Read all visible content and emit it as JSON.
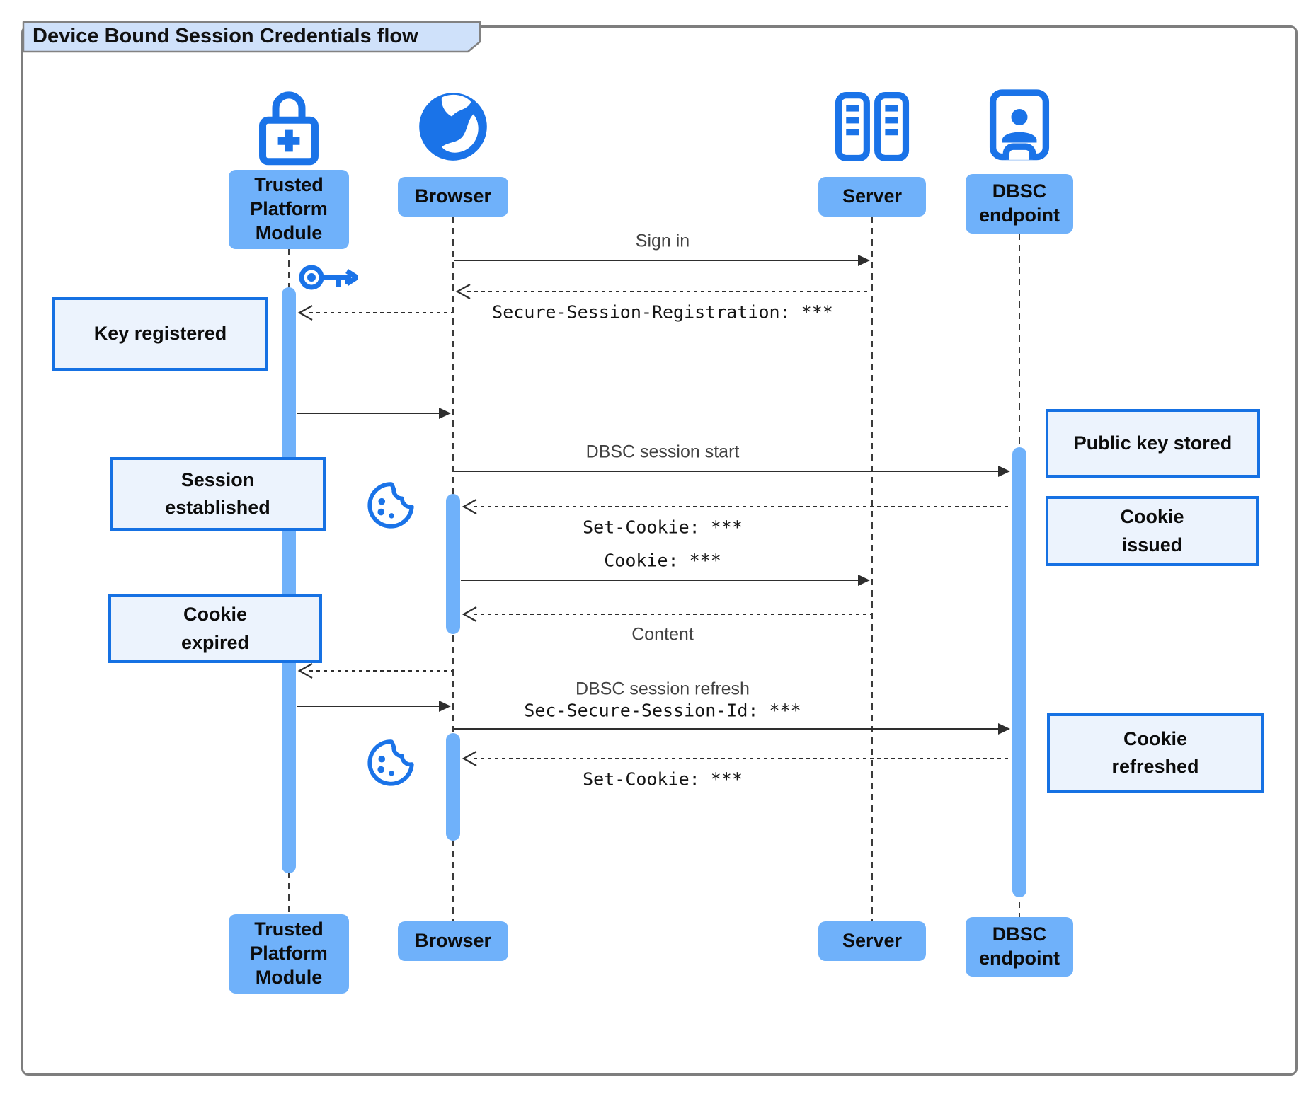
{
  "title": "Device Bound Session Credentials flow",
  "colors": {
    "accent": "#1a73e8",
    "participant_fill": "#6fb1fa",
    "activation_fill": "#6fb1fa",
    "note_fill": "#ecf3fd",
    "note_border": "#1671e3",
    "title_fill": "#cfe1fa",
    "line": "#2e2e2e"
  },
  "participants": [
    {
      "id": "tpm",
      "label": "Trusted\nPlatform\nModule",
      "icon": "lock-plus-icon"
    },
    {
      "id": "browser",
      "label": "Browser",
      "icon": "globe-icon"
    },
    {
      "id": "server",
      "label": "Server",
      "icon": "server-rack-icon"
    },
    {
      "id": "dbsc",
      "label": "DBSC\nendpoint",
      "icon": "id-badge-icon"
    }
  ],
  "messages": [
    {
      "id": "sign-in",
      "from": "browser",
      "to": "server",
      "line": "solid",
      "label": "Sign in",
      "font": "sans"
    },
    {
      "id": "secure-session-registration",
      "from": "server",
      "to": "browser",
      "line": "dashed",
      "label": "Secure-Session-Registration: ***",
      "font": "mono"
    },
    {
      "id": "key-create",
      "from": "browser",
      "to": "tpm",
      "line": "dashed",
      "label": ""
    },
    {
      "id": "key-return",
      "from": "tpm",
      "to": "browser",
      "line": "solid",
      "label": ""
    },
    {
      "id": "dbsc-session-start",
      "from": "browser",
      "to": "dbsc",
      "line": "solid",
      "label": "DBSC session start",
      "font": "sans"
    },
    {
      "id": "set-cookie-1",
      "from": "dbsc",
      "to": "browser",
      "line": "dashed",
      "label": "Set-Cookie: ***",
      "font": "mono"
    },
    {
      "id": "cookie",
      "from": "browser",
      "to": "server",
      "line": "solid",
      "label": "Cookie: ***",
      "font": "mono"
    },
    {
      "id": "content",
      "from": "server",
      "to": "browser",
      "line": "dashed",
      "label": "Content",
      "font": "sans"
    },
    {
      "id": "refresh-request",
      "from": "browser",
      "to": "tpm",
      "line": "dashed",
      "label": ""
    },
    {
      "id": "refresh-proof",
      "from": "tpm",
      "to": "browser",
      "line": "solid",
      "label": ""
    },
    {
      "id": "dbsc-session-refresh",
      "from": "browser",
      "to": "dbsc",
      "line": "solid",
      "label": "DBSC session refresh",
      "font": "sans",
      "label2": "Sec-Secure-Session-Id: ***",
      "font2": "mono"
    },
    {
      "id": "set-cookie-2",
      "from": "dbsc",
      "to": "browser",
      "line": "dashed",
      "label": "Set-Cookie: ***",
      "font": "mono"
    }
  ],
  "notes": [
    {
      "id": "key-registered",
      "text": "Key registered"
    },
    {
      "id": "public-key-stored",
      "text": "Public key stored"
    },
    {
      "id": "session-established",
      "text": "Session\nestablished"
    },
    {
      "id": "cookie-issued",
      "text": "Cookie\nissued"
    },
    {
      "id": "cookie-expired",
      "text": "Cookie\nexpired"
    },
    {
      "id": "cookie-refreshed",
      "text": "Cookie\nrefreshed"
    }
  ],
  "decorations": [
    {
      "id": "key",
      "icon": "key-icon"
    },
    {
      "id": "cookie-top",
      "icon": "cookie-icon"
    },
    {
      "id": "cookie-bottom",
      "icon": "cookie-icon"
    }
  ]
}
